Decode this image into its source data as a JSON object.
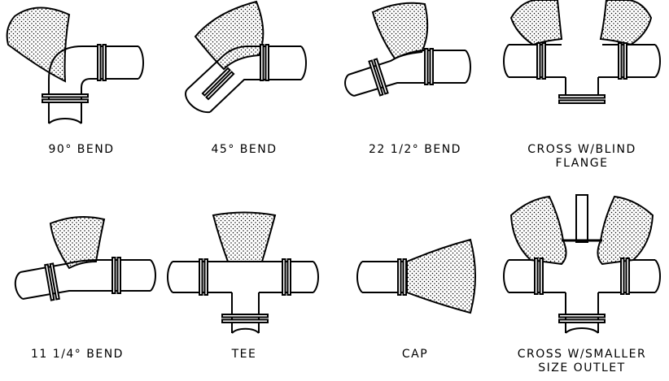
{
  "fittings": [
    {
      "label": [
        "90° BEND"
      ]
    },
    {
      "label": [
        "45° BEND"
      ]
    },
    {
      "label": [
        "22 1/2° BEND"
      ]
    },
    {
      "label": [
        "CROSS W/BLIND",
        "FLANGE"
      ]
    },
    {
      "label": [
        "11 1/4° BEND"
      ]
    },
    {
      "label": [
        "TEE"
      ]
    },
    {
      "label": [
        "CAP"
      ]
    },
    {
      "label": [
        "CROSS W/SMALLER",
        "SIZE OUTLET"
      ]
    }
  ]
}
